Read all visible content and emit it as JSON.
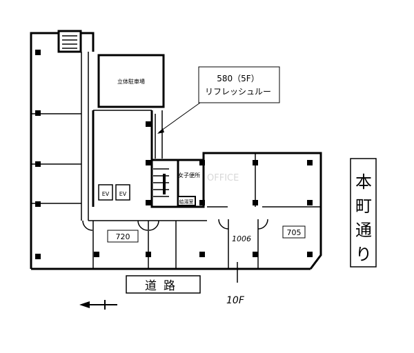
{
  "plan": {
    "parking_label": "立体駐車場",
    "callout": {
      "line1": "580（5F）",
      "line2": "リフレッシュルー"
    },
    "ev_labels": [
      "EV",
      "EV"
    ],
    "womens_restroom": "女子便所",
    "kitchenette": "給湯室",
    "watermark": "OFFICE",
    "rooms": [
      {
        "label": "720"
      },
      {
        "label": "1006"
      },
      {
        "label": "705"
      }
    ],
    "road_label": "道路",
    "street_label": [
      "本",
      "町",
      "通",
      "り"
    ],
    "floor_note": "10F"
  }
}
